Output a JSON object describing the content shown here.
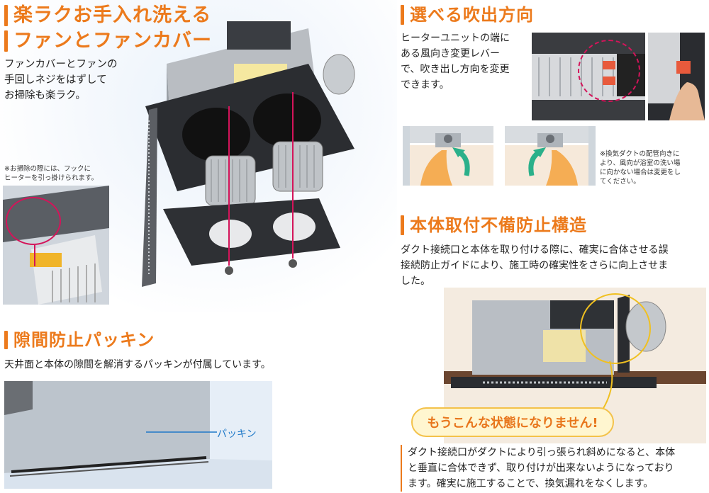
{
  "sections": {
    "easy_clean": {
      "title_line1": "楽ラクお手入れ洗える",
      "title_line2": "ファンとファンカバー",
      "body": "ファンカバーとファンの\n手回しネジをはずして\nお掃除も楽ラク。",
      "note": "※お掃除の際には、フックに\nヒーターを引っ掛けられます。"
    },
    "direction": {
      "title": "選べる吹出方向",
      "body": "ヒーターユニットの端に\nある風向き変更レバー\nで、吹き出し方向を変更\nできます。",
      "note": "※換気ダクトの配管向きに\nより、風向が浴室の洗い場\nに向かない場合は変更をし\nてください。"
    },
    "mount": {
      "title": "本体取付不備防止構造",
      "body": "ダクト接続口と本体を取り付ける際に、確実に合体させる誤\n接続防止ガイドにより、施工時の確実性をさらに向上させま\nした。",
      "badge": "もうこんな状態になりません!",
      "footer": "ダクト接続口がダクトにより引っ張られ斜めになると、本体\nと垂直に合体できず、取り付けが出来ないようになっており\nます。確実に施工することで、換気漏れをなくします。"
    },
    "packing": {
      "title": "隙間防止パッキン",
      "body": "天井面と本体の隙間を解消するパッキンが付属しています。",
      "label": "パッキン"
    }
  },
  "colors": {
    "accent": "#ec7a1c",
    "callout": "#d4145a",
    "packing_label": "#1e78c8"
  }
}
